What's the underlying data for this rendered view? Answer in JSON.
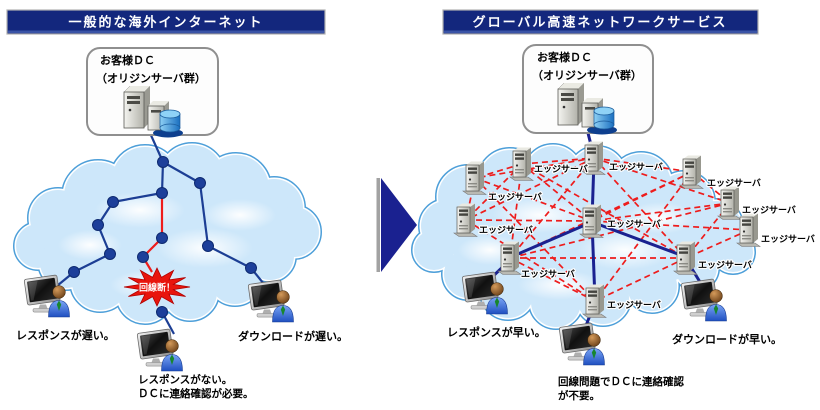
{
  "colors": {
    "header_bg": "#13277d",
    "line_navy": "#1c3e94",
    "line_red": "#ee1c1c",
    "cloud_fill": "#cde7fa",
    "cloud_stroke": "#4d9fd9",
    "burst_red": "#e8150d"
  },
  "left_panel": {
    "header": "一般的な海外インターネット",
    "dc_box": {
      "title": "お客様ＤＣ",
      "subtitle": "（オリジンサーバ群）"
    },
    "burst_label": "回線断！",
    "labels": {
      "user_left": "レスポンスが遅い。",
      "user_bottom_line1": "レスポンスがない。",
      "user_bottom_line2": "ＤＣに連絡確認が必要。",
      "user_right": "ダウンロードが遅い。"
    }
  },
  "right_panel": {
    "header": "グローバル高速ネットワークサービス",
    "dc_box": {
      "title": "お客様ＤＣ",
      "subtitle": "（オリジンサーバ群）"
    },
    "servers": [
      {
        "label": "エッジサーバ"
      },
      {
        "label": "エッジサーバ"
      },
      {
        "label": "エッジサーバ"
      },
      {
        "label": "エッジサーバ"
      },
      {
        "label": "エッジサーバ"
      },
      {
        "label": "エッジサーバ"
      },
      {
        "label": "エッジサーバ"
      },
      {
        "label": "エッジサーバ"
      },
      {
        "label": "エッジサーバ"
      },
      {
        "label": "エッジサーバ"
      },
      {
        "label": "エッジサーバ"
      }
    ],
    "labels": {
      "user_left": "レスポンスが早い。",
      "user_bottom_line1": "回線問題でＤＣに連絡確認",
      "user_bottom_line2": "が不要。",
      "user_right": "ダウンロードが早い。"
    }
  },
  "icons": {
    "cloud": "internet-cloud-icon",
    "dc_servers": "server-stack-database-icon",
    "edge_server": "server-tower-icon",
    "user": "workstation-user-icon",
    "node": "network-node-dot-icon",
    "burst": "starburst-icon",
    "arrow": "transform-arrow-right-icon"
  }
}
